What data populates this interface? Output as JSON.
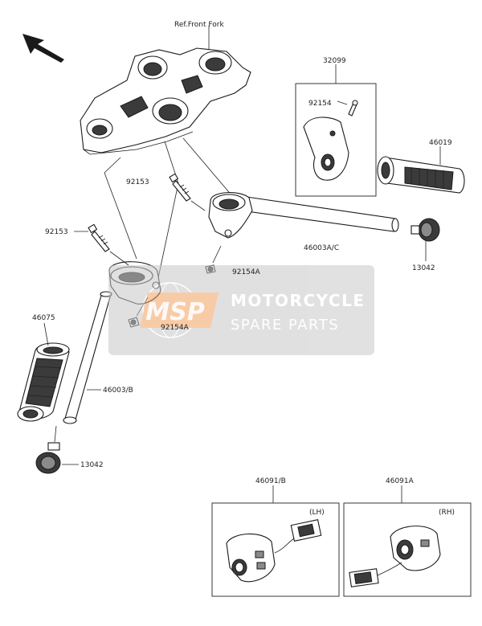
{
  "labels": {
    "ref_front_fork": "Ref.Front Fork",
    "p32099": "32099",
    "p92154": "92154",
    "p46019": "46019",
    "p92153_upper": "92153",
    "p92153_lower": "92153",
    "p46003ac": "46003A/C",
    "p13042_right": "13042",
    "p92154a_upper": "92154A",
    "p92154a_lower": "92154A",
    "p46075": "46075",
    "p46003b": "46003/B",
    "p13042_left": "13042",
    "p46091b": "46091/B",
    "p46091a": "46091A",
    "lh": "(LH)",
    "rh": "(RH)"
  },
  "watermark": {
    "logo": "MSP",
    "line1": "MOTORCYCLE",
    "line2": "SPARE PARTS",
    "accent_color": "#f4a261"
  },
  "icons": {
    "direction_arrow": "arrow-up-left-icon"
  }
}
